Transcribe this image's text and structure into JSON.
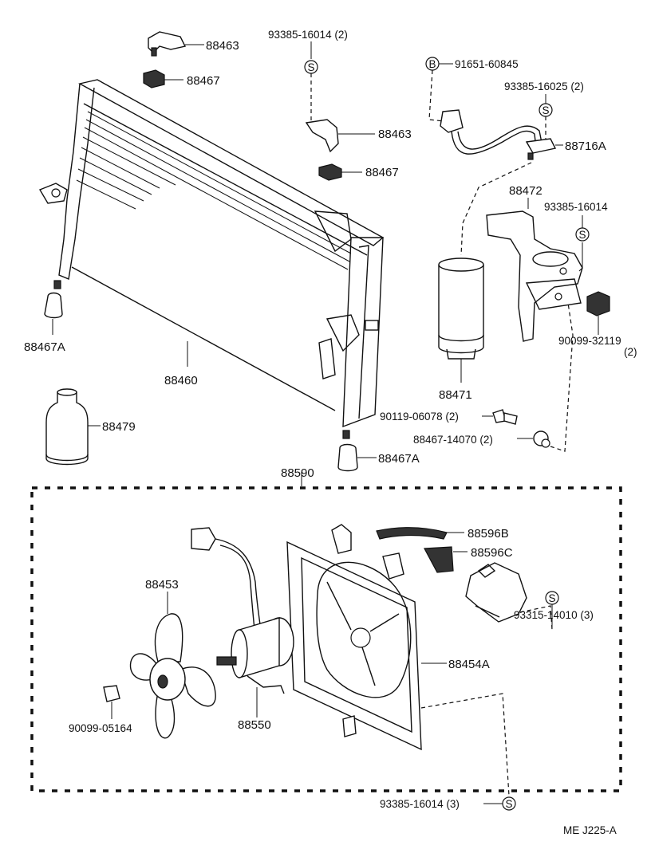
{
  "diagram": {
    "code": "ME J225-A",
    "symbol_s": "S",
    "symbol_b": "B",
    "labels": {
      "p88463_top": "88463",
      "p88467_top": "88467",
      "p93385_16014_2": "93385-16014 (2)",
      "p88463_mid": "88463",
      "p88467_mid": "88467",
      "p91651": "91651-60845",
      "p93385_16025": "93385-16025 (2)",
      "p88716A": "88716A",
      "p88472": "88472",
      "p93385_16014_r": "93385-16014",
      "p90099_32119": "90099-32119",
      "p90099_32119_qty": "(2)",
      "p88467A_left": "88467A",
      "p88460": "88460",
      "p88471": "88471",
      "p90119": "90119-06078 (2)",
      "p88467_14070": "88467-14070 (2)",
      "p88479": "88479",
      "p88467A_bottom": "88467A",
      "p88590": "88590",
      "p88596B": "88596B",
      "p88596C": "88596C",
      "p88453": "88453",
      "p93315": "93315-14010 (3)",
      "p88454A": "88454A",
      "p88550": "88550",
      "p90099_05164": "90099-05164",
      "p93385_16014_3": "93385-16014 (3)"
    }
  }
}
